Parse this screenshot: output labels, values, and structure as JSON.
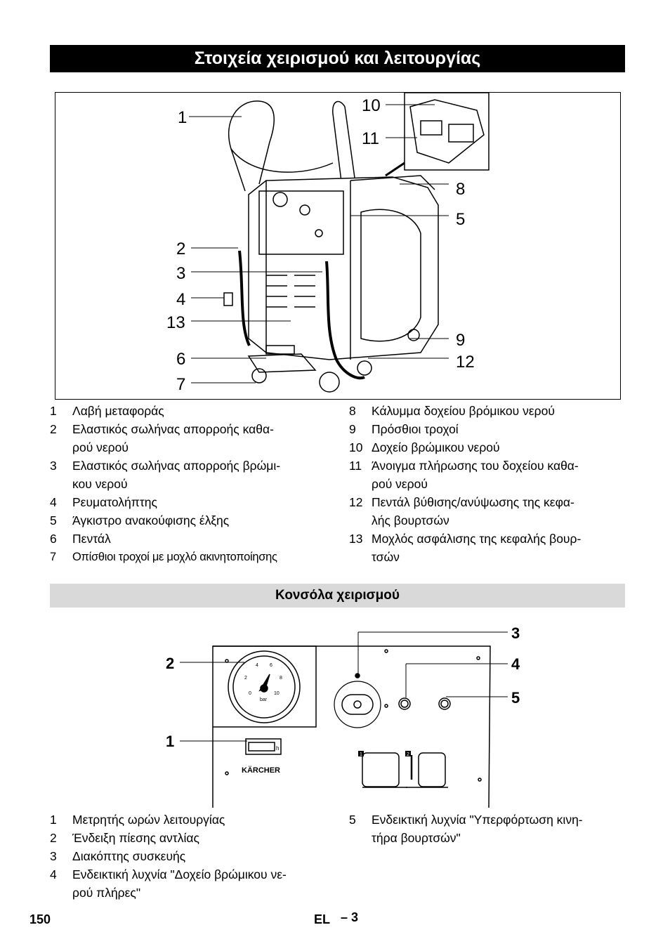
{
  "header": {
    "title": "Στοιχεία χειρισμού και λειτουργίας"
  },
  "figure1": {
    "callouts": [
      "1",
      "2",
      "3",
      "4",
      "13",
      "6",
      "7",
      "10",
      "11",
      "8",
      "5",
      "9",
      "12"
    ]
  },
  "legend1_left": [
    {
      "num": "1",
      "text": "Λαβή μεταφοράς"
    },
    {
      "num": "2",
      "text": "Ελαστικός σωλήνας απορροής καθα-\nρού νερού"
    },
    {
      "num": "3",
      "text": "Ελαστικός σωλήνας απορροής βρώμι-\nκου νερού"
    },
    {
      "num": "4",
      "text": "Ρευματολήπτης"
    },
    {
      "num": "5",
      "text": "Άγκιστρο ανακούφισης έλξης"
    },
    {
      "num": "6",
      "text": "Πεντάλ"
    },
    {
      "num": "7",
      "text": "Οπίσθιοι τροχοί με μοχλό ακινητοποίησης"
    }
  ],
  "legend1_right": [
    {
      "num": "8",
      "text": "Κάλυμμα δοχείου βρόμικου νερού"
    },
    {
      "num": "9",
      "text": "Πρόσθιοι τροχοί"
    },
    {
      "num": "10",
      "text": "Δοχείο βρώμικου νερού"
    },
    {
      "num": "11",
      "text": "Άνοιγμα πλήρωσης του δοχείου καθα-\nρού νερού"
    },
    {
      "num": "12",
      "text": "Πεντάλ βύθισης/ανύψωσης της κεφα-\nλής βουρτσών"
    },
    {
      "num": "13",
      "text": "Μοχλός ασφάλισης της κεφαλής βουρ-\nτσών"
    }
  ],
  "section2": {
    "title": "Κονσόλα χειρισμού"
  },
  "figure2": {
    "callouts": [
      "2",
      "1",
      "3",
      "4",
      "5"
    ],
    "gauge_ticks": [
      "0",
      "2",
      "4",
      "6",
      "8",
      "10"
    ],
    "gauge_unit": "bar",
    "brand": "KÄRCHER",
    "hour_unit": "h",
    "step1": "1",
    "step2": "2"
  },
  "legend2_left": [
    {
      "num": "1",
      "text": "Μετρητής ωρών λειτουργίας"
    },
    {
      "num": "2",
      "text": "Ένδειξη πίεσης αντλίας"
    },
    {
      "num": "3",
      "text": "Διακόπτης συσκευής"
    },
    {
      "num": "4",
      "text": "Ενδεικτική λυχνία \"Δοχείο βρώμικου νε-\nρού πλήρες\""
    }
  ],
  "legend2_right": [
    {
      "num": "5",
      "text": "Ενδεικτική λυχνία \"Υπερφόρτωση κινη-\nτήρα βουρτσών\""
    }
  ],
  "footer": {
    "page": "150",
    "lang": "EL",
    "index": "– 3"
  }
}
